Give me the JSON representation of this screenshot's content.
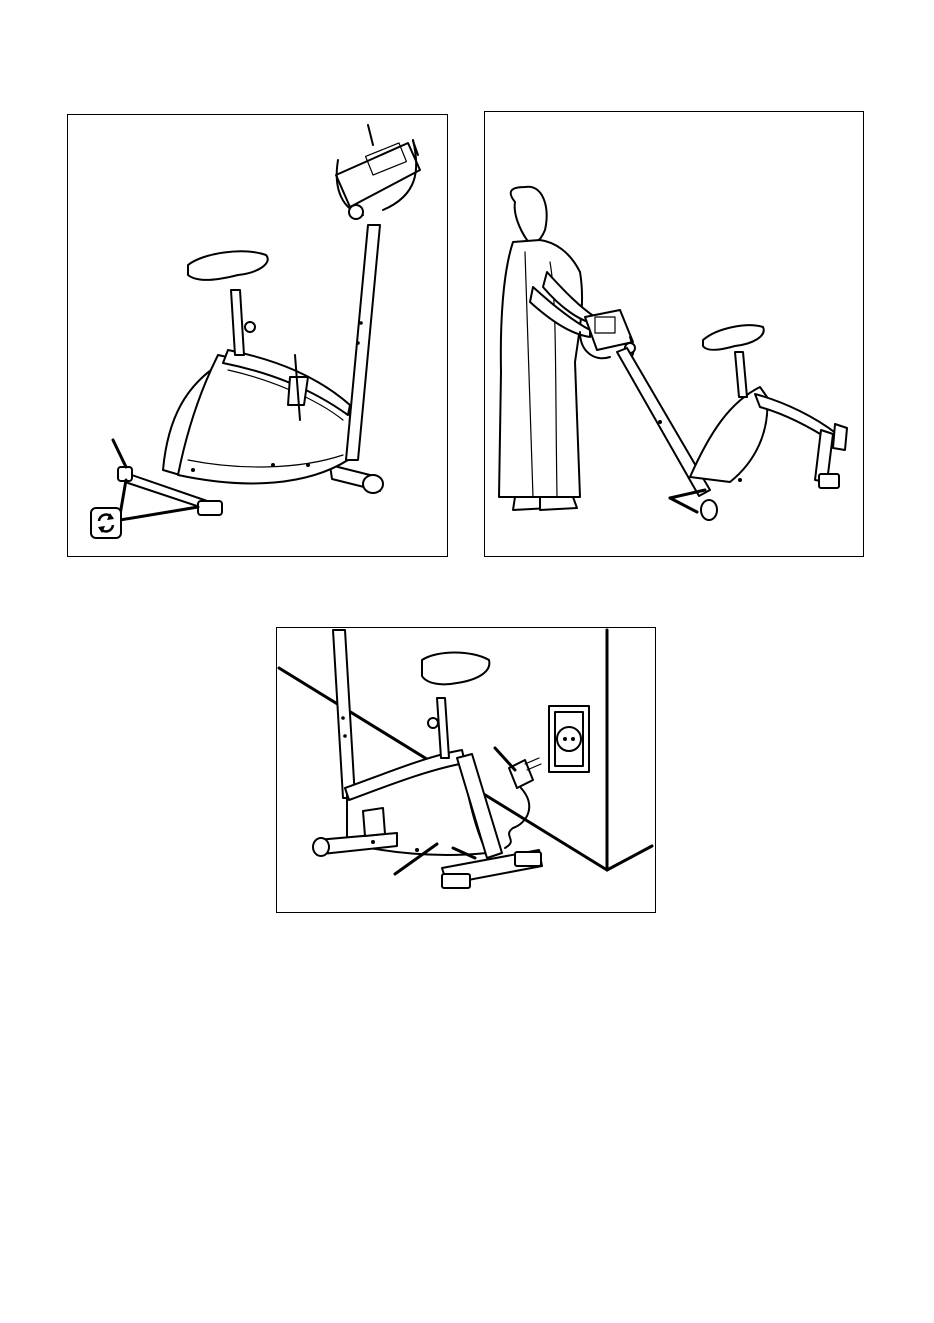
{
  "figures": [
    {
      "id": "figure-1"
    },
    {
      "id": "figure-2"
    },
    {
      "id": "figure-3"
    }
  ],
  "icons": {
    "adjust": "rotate-arrows-icon"
  },
  "colors": {
    "line": "#000000",
    "background": "#ffffff"
  }
}
